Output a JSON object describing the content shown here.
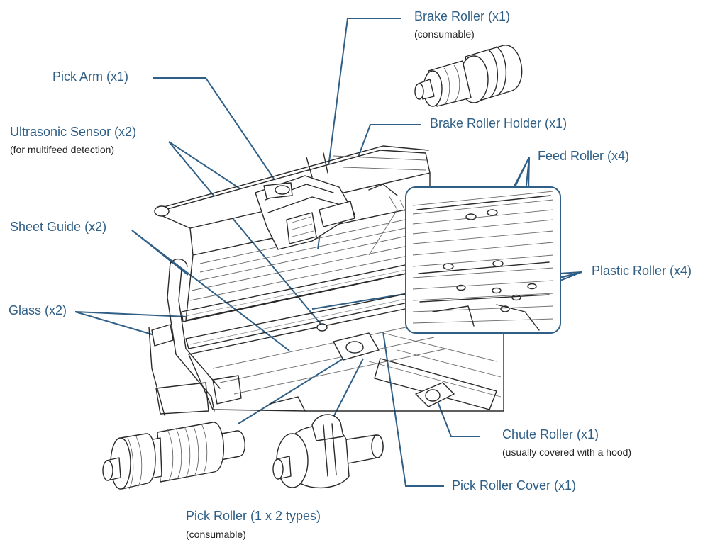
{
  "labels": {
    "brake_roller": "Brake Roller (x1)",
    "brake_roller_note": "(consumable)",
    "pick_arm": "Pick Arm (x1)",
    "brake_roller_holder": "Brake Roller Holder (x1)",
    "ultrasonic_sensor": "Ultrasonic Sensor (x2)",
    "ultrasonic_sensor_note": "(for multifeed detection)",
    "feed_roller": "Feed Roller (x4)",
    "sheet_guide": "Sheet Guide (x2)",
    "plastic_roller": "Plastic Roller (x4)",
    "glass": "Glass (x2)",
    "chute_roller": "Chute Roller (x1)",
    "chute_roller_note": "(usually covered with a hood)",
    "pick_roller_cover": "Pick Roller Cover (x1)",
    "pick_roller": "Pick Roller (1 x 2 types)",
    "pick_roller_note": "(consumable)"
  },
  "colors": {
    "label": "#2f5f86",
    "note": "#222222",
    "leader_line": "#2f5f86",
    "drawing": "#2a2a2a"
  }
}
